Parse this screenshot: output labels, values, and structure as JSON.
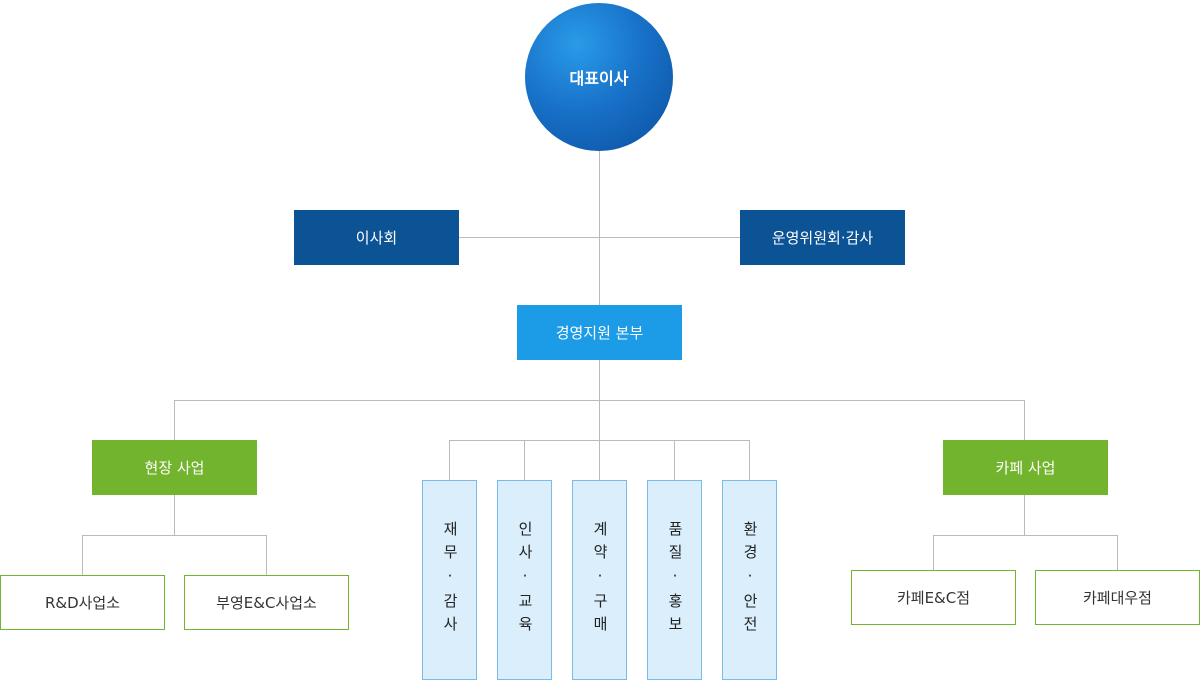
{
  "org": {
    "ceo": "대표이사",
    "board": "이사회",
    "committee": "운영위원회·감사",
    "management": "경영지원 본부",
    "field_business": {
      "label": "현장 사업",
      "children": [
        "R&D사업소",
        "부영E&C사업소"
      ]
    },
    "cafe_business": {
      "label": "카페 사업",
      "children": [
        "카페E&C점",
        "카페대우점"
      ]
    },
    "departments": [
      "재무·감사",
      "인사·교육",
      "계약·구매",
      "품질·홍보",
      "환경·안전"
    ]
  },
  "colors": {
    "ceo": "#1872c9",
    "navy": "#0b5394",
    "management": "#1c9ce6",
    "green": "#72b42d",
    "dept_fill": "#daeefb",
    "dept_border": "#7cbbe7",
    "connector": "#bbbbbb"
  }
}
